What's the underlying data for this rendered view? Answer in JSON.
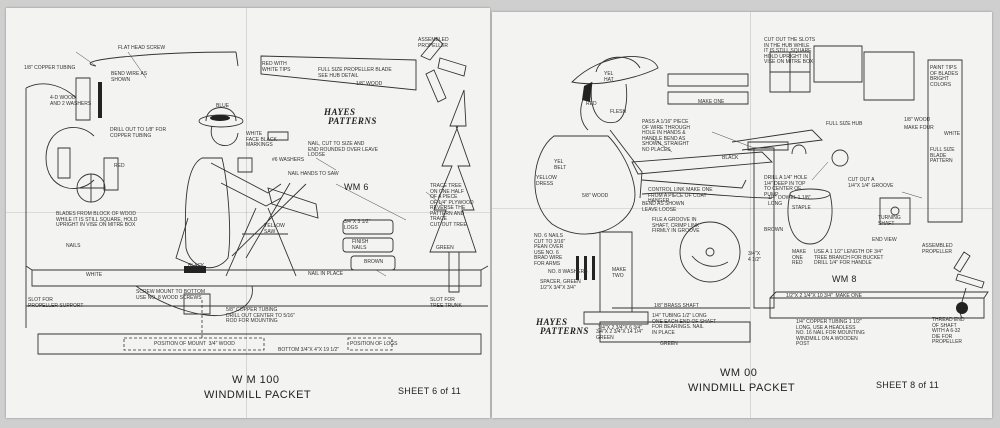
{
  "left": {
    "logo": [
      "HAYES",
      "PATTERNS"
    ],
    "pattern_id": "WM 6",
    "packet_number": "W M 100",
    "packet_title": "WINDMILL PACKET",
    "sheet": "SHEET 6 of 11",
    "labels": {
      "flat_head_screw": "FLAT HEAD SCREW",
      "copper_tubing": "1/8\" COPPER TUBING",
      "bend_wire": "BEND WIRE AS\nSHOWN",
      "washers": "4-D WOOD\nAND 2 WASHERS",
      "drill": "DRILL OUT TO 1/8\" FOR\nCOPPER TUBING",
      "red_tips": "RED WITH\nWHITE TIPS",
      "blade_full_size": "FULL SIZE PROPELLER BLADE\nSEE HUB DETAIL",
      "wood_1_8": "1/8\" WOOD",
      "assembled_propeller": "ASSEMBLED\nPROPELLER",
      "blue": "BLUE",
      "white_face": "WHITE\nFACE BLACK\nMARKINGS",
      "nail_cut": "NAIL, CUT TO SIZE AND\nEND ROUNDED OVER LEAVE\nLOOSE",
      "washers_4": "#6 WASHERS",
      "nail_hands": "NAIL HANDS TO SAW",
      "red": "RED",
      "blades_from_block": "BLADES FROM BLOCK OF WOOD\nWHILE IT IS STILL SQUARE, HOLD\nUPRIGHT IN VISE ON MITRE BOX",
      "nails": "NAILS",
      "yellow_saw": "YELLOW\nSAW",
      "black": "BLACK",
      "logs": "3/4\"X 3 1/2\"\nLOGS",
      "finish_nails": "FINISH\nNAILS",
      "brown": "BROWN",
      "trace_tree": "TRACE TREE\nON ONE HALF\nOF A PIECE\nOF 1/4\" PLYWOOD\nREVERSE THE\nPATTERN AND\nTRACE\nCUT OUT TREE",
      "green": "GREEN",
      "white": "WHITE",
      "nail_in_place": "NAIL IN PLACE",
      "slot_support": "SLOT FOR\nPROPELLER SUPPORT",
      "screw_mount": "SCREW MOUNT TO BOTTOM\nUSE NO. 8 WOOD SCREWS",
      "copper_drill": "5/8\" COPPER TUBING\nDRILL OUT CENTER TO 5/16\"\nROD FOR MOUNTING",
      "slot_trunk": "SLOT FOR\nTREE TRUNK",
      "position_mount": "POSITION OF MOUNT  3/4\" WOOD",
      "bottom": "BOTTOM 3/4\"X 4\"X 19 1/2\"",
      "position_logs": "POSITION OF LOGS"
    }
  },
  "right": {
    "logo": [
      "HAYES",
      "PATTERNS"
    ],
    "pattern_id": "WM 8",
    "packet_number": "WM    00",
    "packet_title": "WINDMILL PACKET",
    "sheet": "SHEET 8 of 11",
    "labels": {
      "yel_hat": "YEL\nHAT",
      "red": "RED",
      "flesh": "FLESH",
      "pass_wire": "PASS A 1/16\" PIECE\nOF WIRE THROUGH\nHOLE IN HANDS &\nHANDLE BEND AS\nSHOWN. STRAIGHT\nNO PLACES",
      "make_one": "MAKE ONE",
      "yel_belt": "YEL\nBELT",
      "yellow_dress": "YELLOW\nDRESS",
      "wood_5_8": "5/8\" WOOD",
      "control_link": "CONTROL LINK MAKE ONE\nFROM A PIECE OF COAT\nHANGER",
      "black": "BLACK",
      "bend_as_shown": "BEND AS SHOWN\nLEAVE LOOSE",
      "file_groove": "FILE A GROOVE IN\nSHAFT, CRIMP LINK\nFIRMLY IN GROOVE",
      "no6_nails": "NO. 6 NAILS\nCUT TO 3/16\"\nPEAN OVER\nUSE NO. 6\nBRAD WIRE\nFOR ARMS",
      "no8_washers": "NO. 8 WASHERS",
      "spacer_green": "SPACER, GREEN\n1/2\"X 3/4\"X 3/4\"",
      "make_two": "MAKE\nTWO",
      "brass_shaft": "1/8\" BRASS SHAFT",
      "quarter_tubing": "1/4\" TUBING 1/2\" LONG\nONE EACH END OF SHAFT\nFOR BEARINGS. NAIL\nIN PLACE",
      "green": "GREEN",
      "block_size": "3/4\"X 2 3/4\"X 6 3/4\"",
      "cut_slots": "CUT OUT THE SLOTS\nIN THE HUB WHILE\nIT IS STILL SQUARE\nHOLD UPRIGHT IN\nVISE ON MITRE BOX",
      "paint_tips": "PAINT TIPS\nOF BLADES\nBRIGHT\nCOLORS",
      "full_size_hub": "FULL SIZE HUB",
      "wood_1_8": "1/8\" WOOD",
      "make_four": "MAKE FOUR",
      "full_size_blade": "FULL SIZE\nBLADE\nPATTERN",
      "drill_hole": "DRILL A 1/4\" HOLE\n1/4\" DEEP IN TOP\nTO CENTER OF\nPUMP",
      "cut_out_pump": "CUT OUT A\n1/4\"X 1/4\" GROOVE",
      "dowel": "1/4\" DOWEL 1 1/8\"\nLONG",
      "staple": "STAPLE",
      "turning_shaft": "TURNING\nSHAFT",
      "end_view": "END VIEW",
      "assembled_propeller": "ASSEMBLED\nPROPELLER",
      "brown": "BROWN",
      "wood_4": "3/4\"X\n4 1/2\"",
      "make_one_red": "MAKE\nONE\nRED",
      "tree_branch": "USE A 1 1/2\" LENGTH OF 3/4\"\nTREE BRANCH FOR BUCKET\nDRILL 1/4\" FOR HANDLE",
      "bottom_size": "1/2\"X 2 1/4\"X 10 3/4\"  MAKE ONE",
      "copper_quarter": "1/4\" COPPER TUBING 1 1/2\"\nLONG, USE A HEADLESS\nNO. 16 NAIL FOR MOUNTING\nWINDMILL ON A WOODEN\nPOST",
      "thread_end": "THREAD END\nOF SHAFT\nWITH A 6-32\nDIE FOR\nPROPELLER",
      "white": "WHITE",
      "base_size": "3/4\"X 2 3/4\"X 14 1/4\"\nGREEN"
    }
  }
}
